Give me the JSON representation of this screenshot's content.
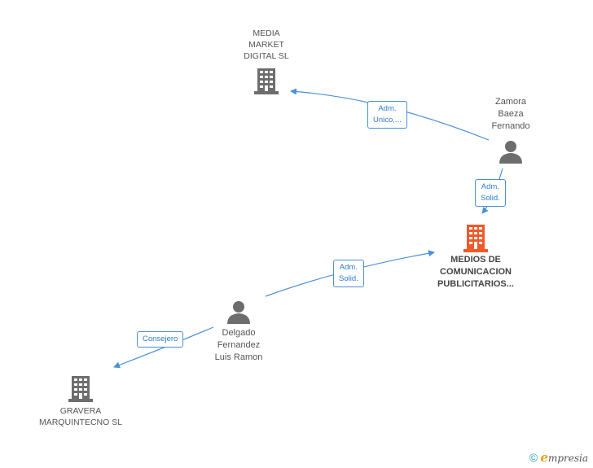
{
  "colors": {
    "edge": "#4a8fd8",
    "icon_gray": "#6d6d6d",
    "icon_main": "#ef5a2a"
  },
  "nodes": {
    "media_market": {
      "label": "MEDIA\nMARKET\nDIGITAL SL",
      "icon": "building-icon"
    },
    "zamora": {
      "label": "Zamora\nBaeza\nFernando",
      "icon": "person-icon"
    },
    "medios": {
      "label": "MEDIOS DE\nCOMUNICACION\nPUBLICITARIOS...",
      "icon": "building-icon"
    },
    "delgado": {
      "label": "Delgado\nFernandez\nLuis Ramon",
      "icon": "person-icon"
    },
    "gravera": {
      "label": "GRAVERA\nMARQUINTECNO SL",
      "icon": "building-icon"
    }
  },
  "edges": {
    "zamora_media": {
      "label": "Adm.\nUnico,..."
    },
    "zamora_medios": {
      "label": "Adm.\nSolid."
    },
    "delgado_medios": {
      "label": "Adm.\nSolid."
    },
    "delgado_gravera": {
      "label": "Consejero"
    }
  },
  "footer": {
    "copyright": "©",
    "brand_first": "e",
    "brand_rest": "mpresia"
  }
}
